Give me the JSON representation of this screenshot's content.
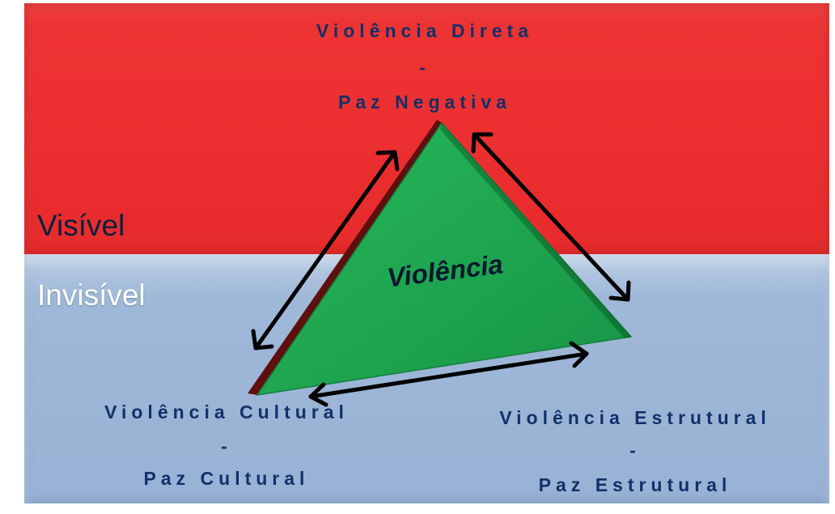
{
  "bands": {
    "visible_label": "Visível",
    "invisible_label": "Invisível"
  },
  "triangle": {
    "center_label": "Violência",
    "top": {
      "line1": "Violência Direta",
      "sep": "-",
      "line2": "Paz Negativa"
    },
    "bottom_left": {
      "line1": "Violência Cultural",
      "sep": "-",
      "line2": "Paz Cultural"
    },
    "bottom_right": {
      "line1": "Violência Estrutural",
      "sep": "-",
      "line2": "Paz Estrutural"
    }
  },
  "colors": {
    "visible_band": "#ec2f30",
    "invisible_band": "#9fb8d8",
    "triangle_fill": "#1faa4f",
    "triangle_edge": "#6b1212",
    "vertex_text": "#12306a",
    "arrow": "#000000"
  }
}
